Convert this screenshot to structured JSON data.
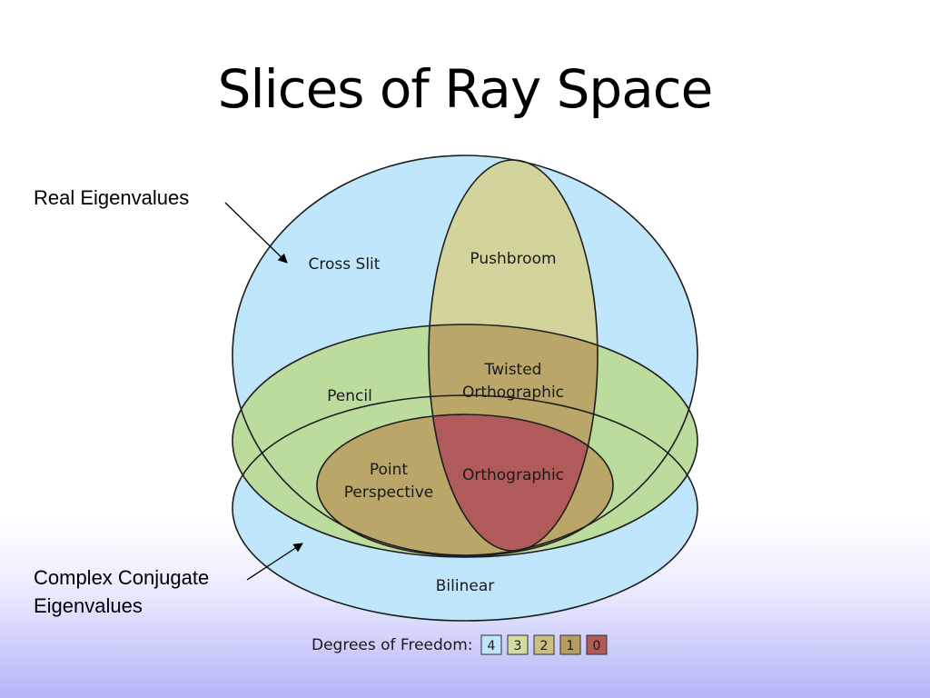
{
  "slide": {
    "title": "Slices of Ray Space"
  },
  "annotations": {
    "real_eigenvalues": "Real Eigenvalues",
    "complex_conjugate": [
      "Complex Conjugate",
      "Eigenvalues"
    ]
  },
  "regions": {
    "cross_slit": "Cross Slit",
    "pushbroom": "Pushbroom",
    "pencil": "Pencil",
    "twisted_orthographic": [
      "Twisted",
      "Orthographic"
    ],
    "point_perspective": [
      "Point",
      "Perspective"
    ],
    "orthographic": "Orthographic",
    "bilinear": "Bilinear"
  },
  "legend": {
    "label": "Degrees of Freedom:",
    "items": [
      {
        "value": "4",
        "color": "#bfe6fa"
      },
      {
        "value": "3",
        "color": "#d3dba1"
      },
      {
        "value": "2",
        "color": "#c9bf84"
      },
      {
        "value": "1",
        "color": "#b49d5e"
      },
      {
        "value": "0",
        "color": "#b05a5a"
      }
    ]
  },
  "colors": {
    "bilinear": "#bfe6fa",
    "pencil": "#bcdc9e",
    "pushbroom": "#d3d39c",
    "twisted_orthographic": "#b9a668",
    "point_perspective": "#b9a668",
    "orthographic": "#b05a5a",
    "outline": "#1e1e1e"
  }
}
